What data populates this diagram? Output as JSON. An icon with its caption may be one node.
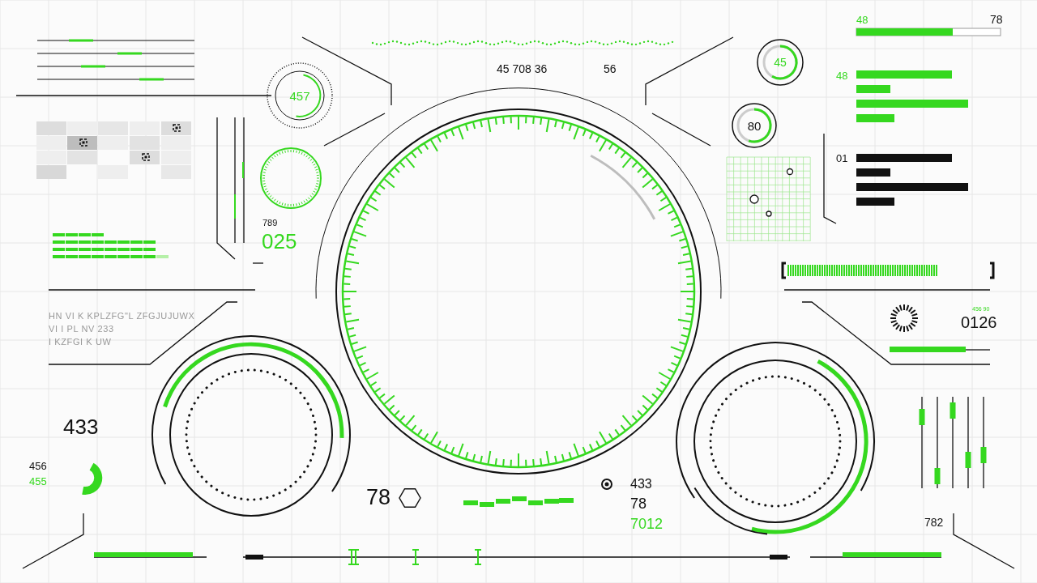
{
  "diagram": {
    "nodes": [
      {
        "text": [
          "45"
        ]
      },
      {
        "text": [
          "457"
        ]
      },
      {
        "text": [
          "80"
        ]
      }
    ],
    "labels": [
      "48",
      "78",
      "45 708 36",
      "56",
      "48",
      "01",
      "789",
      "025",
      "HN VI K KPLZFG\"L ZFGJUJUWX",
      "456 90",
      "0126",
      "VI I PL NV 233",
      "I KZFGI K UW",
      "433",
      "456",
      "455",
      "433",
      "78",
      "78",
      "7012",
      "782"
    ]
  }
}
